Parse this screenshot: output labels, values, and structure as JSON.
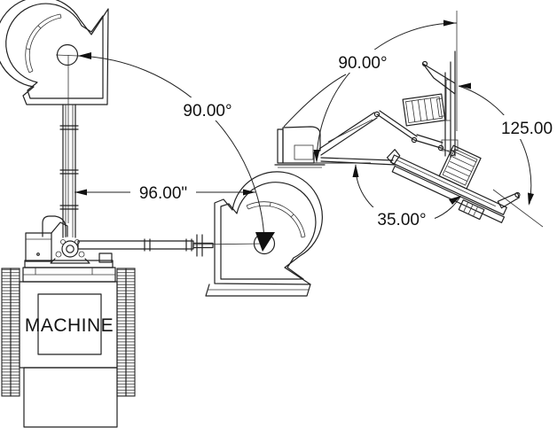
{
  "colors": {
    "background": "#ffffff",
    "line": "#222222",
    "text": "#111111"
  },
  "left_view": {
    "rotation_angle_label": "90.00°",
    "reach_dimension_label": "96.00\"",
    "machine_label": "MACHINE"
  },
  "right_view": {
    "vertical_angle_label": "90.00°",
    "tilt_angle_label": "35.00°",
    "swing_angle_label": "125.00"
  }
}
